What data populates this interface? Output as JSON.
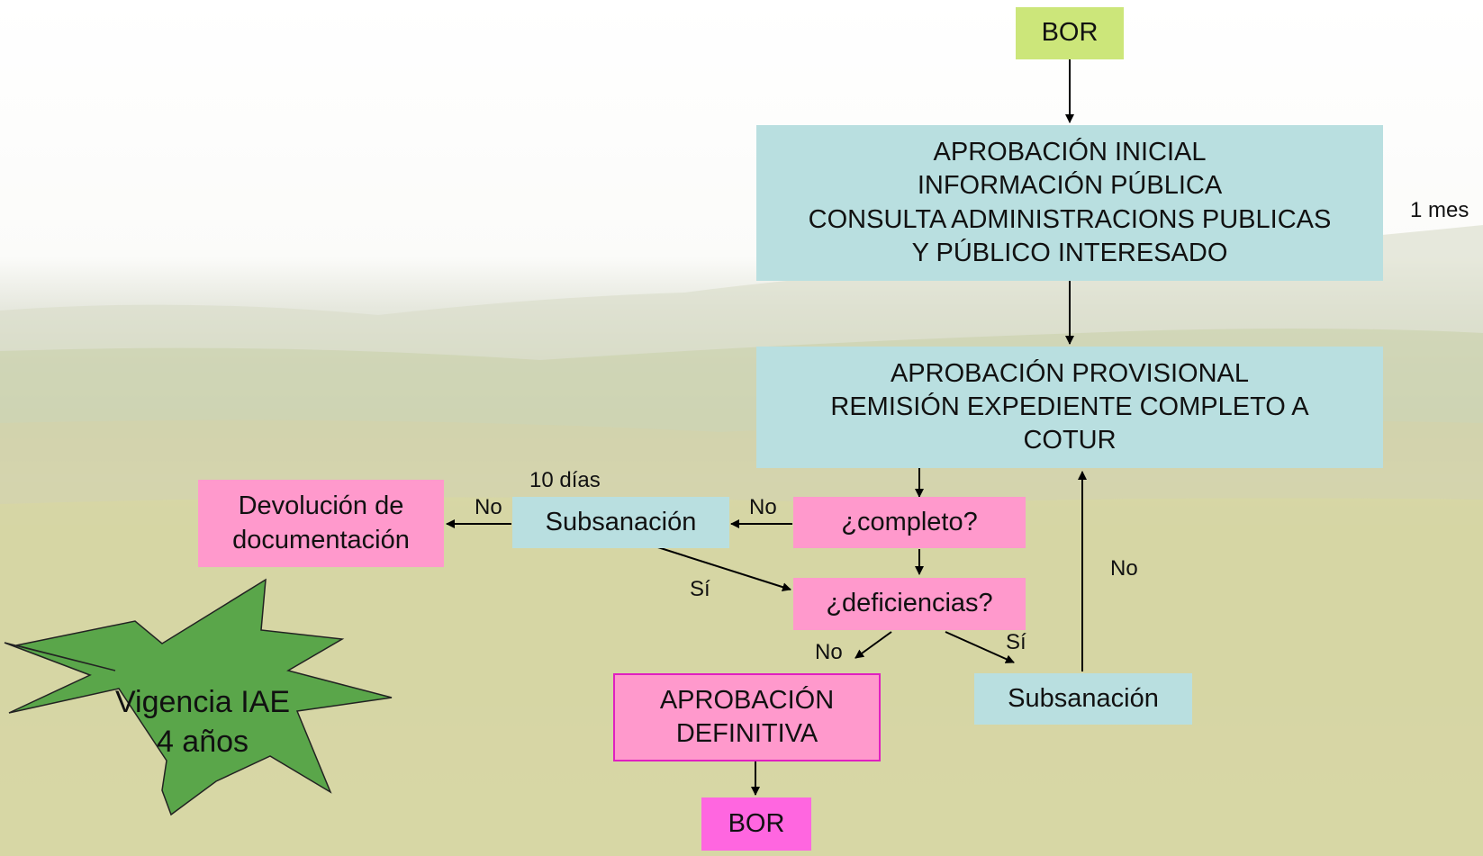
{
  "colors": {
    "cyan_box": "#b9dfe0",
    "pink_box": "#ff99cc",
    "magenta_box": "#ff66e0",
    "lime_box": "#cce67a",
    "star_fill": "#5aa64a",
    "arrow": "#000000"
  },
  "nodes": {
    "bor_top": "BOR",
    "aprobacion_inicial": "APROBACIÓN INICIAL\nINFORMACIÓN PÚBLICA\nCONSULTA ADMINISTRACIONS PUBLICAS\nY PÚBLICO INTERESADO",
    "aprobacion_provisional": "APROBACIÓN PROVISIONAL\nREMISIÓN EXPEDIENTE COMPLETO A\nCOTUR",
    "completo": "¿completo?",
    "subsanacion_left": "Subsanación",
    "devolucion": "Devolución de\ndocumentación",
    "deficiencias": "¿deficiencias?",
    "subsanacion_right": "Subsanación",
    "aprobacion_definitiva": "APROBACIÓN\nDEFINITIVA",
    "bor_bottom": "BOR"
  },
  "labels": {
    "one_month": "1 mes",
    "ten_days": "10 días",
    "no_devolucion": "No",
    "no_completo": "No",
    "si_subsanacion": "Sí",
    "no_loop": "No",
    "no_deficiencias": "No",
    "si_deficiencias": "Sí"
  },
  "star": {
    "text": "Vigencia IAE\n4 años"
  }
}
